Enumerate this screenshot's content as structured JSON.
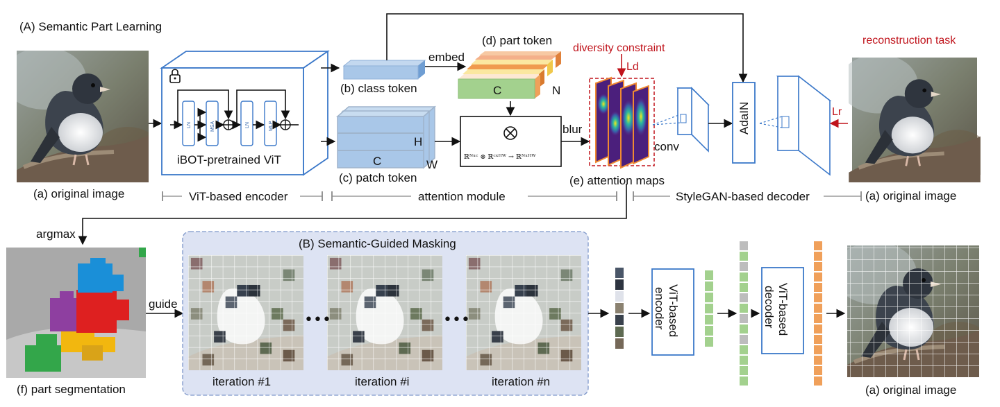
{
  "section_a": {
    "title": "(A) Semantic Part Learning"
  },
  "section_b": {
    "title": "(B) Semantic-Guided Masking"
  },
  "inputs": {
    "original_image": "(a) original image",
    "reconstruction_task": "reconstruction task"
  },
  "encoder": {
    "name": "iBOT-pretrained ViT",
    "blocks": [
      "LN",
      "MSA",
      "LN",
      "MLP"
    ]
  },
  "tokens": {
    "class": "(b) class token",
    "patch": "(c) patch token",
    "part": "(d) part token",
    "patch_dims": {
      "h": "H",
      "w": "W",
      "c": "C"
    },
    "part_dims": {
      "c": "C",
      "n": "N"
    }
  },
  "edges": {
    "embed": "embed",
    "blur": "blur",
    "conv": "conv",
    "argmax": "argmax",
    "guide": "guide"
  },
  "attention": {
    "formula": "ℝᴺˣᶜ ⊗ ℝᶜˣᴴᵂ → ℝᴺˣᴴᵂ",
    "maps": "(e) attention maps",
    "diversity": "diversity constraint",
    "ld": "Ld",
    "lr": "Lr",
    "adain": "AdaIN"
  },
  "modules": {
    "vit_encoder": "ViT-based encoder",
    "attention_module": "attention module",
    "decoder": "StyleGAN-based decoder"
  },
  "segmentation": {
    "label": "(f) part segmentation"
  },
  "masking": {
    "iterations": [
      "iteration #1",
      "iteration #i",
      "iteration #n"
    ],
    "dots": "•••",
    "encoder": [
      "ViT-based",
      "encoder"
    ],
    "decoder": [
      "ViT-based",
      "decoder"
    ]
  },
  "colors": {
    "blue_outline": "#3b78c9",
    "red": "#c0141c",
    "masking_panel": "#dde3f3",
    "token_blue": "#a9c7e8",
    "token_green": "#a3d18e",
    "token_orange": "#f0a05a",
    "token_gray": "#bdbdbd"
  },
  "icons": [
    "lock-icon",
    "add-circle-icon",
    "otimes-icon"
  ]
}
